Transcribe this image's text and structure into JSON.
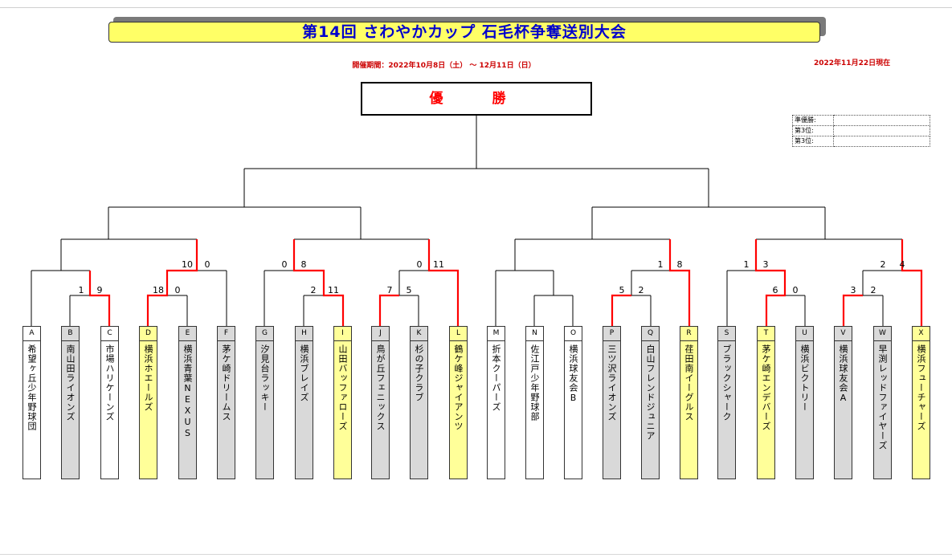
{
  "title": "第14回 さわやかカップ 石毛杯争奪送別大会",
  "period": "開催期間：2022年10月8日（土） ～ 12月11日（日）",
  "as_of": "2022年11月22日現在",
  "champion_label": "優　勝",
  "results": [
    {
      "label": "準優勝:",
      "value": ""
    },
    {
      "label": "第3位:",
      "value": ""
    },
    {
      "label": "第3位:",
      "value": ""
    }
  ],
  "teams": [
    {
      "code": "A",
      "name": "希望ヶ丘少年野球団",
      "status": "white"
    },
    {
      "code": "B",
      "name": "南山田ライオンズ",
      "status": "gray"
    },
    {
      "code": "C",
      "name": "市場ハリケーンズ",
      "status": "white"
    },
    {
      "code": "D",
      "name": "横浜ホエールズ",
      "status": "yellow"
    },
    {
      "code": "E",
      "name": "横浜青葉NEXUS",
      "status": "gray"
    },
    {
      "code": "F",
      "name": "茅ケ崎ドリームス",
      "status": "gray"
    },
    {
      "code": "G",
      "name": "汐見台ラッキー",
      "status": "gray"
    },
    {
      "code": "H",
      "name": "横浜ブレイズ",
      "status": "gray"
    },
    {
      "code": "I",
      "name": "山田バッファローズ",
      "status": "yellow"
    },
    {
      "code": "J",
      "name": "鳥が丘フェニックス",
      "status": "gray"
    },
    {
      "code": "K",
      "name": "杉の子クラブ",
      "status": "gray"
    },
    {
      "code": "L",
      "name": "鶴ケ峰ジャイアンツ",
      "status": "yellow"
    },
    {
      "code": "M",
      "name": "折本クーパーズ",
      "status": "white"
    },
    {
      "code": "N",
      "name": "佐江戸少年野球部",
      "status": "white"
    },
    {
      "code": "O",
      "name": "横浜球友会B",
      "status": "white"
    },
    {
      "code": "P",
      "name": "三ツ沢ライオンズ",
      "status": "gray"
    },
    {
      "code": "Q",
      "name": "白山フレンドジュニア",
      "status": "gray"
    },
    {
      "code": "R",
      "name": "荏田南イーグルス",
      "status": "yellow"
    },
    {
      "code": "S",
      "name": "ブラックシャーク",
      "status": "gray"
    },
    {
      "code": "T",
      "name": "茅ケ崎エンデバーズ",
      "status": "yellow"
    },
    {
      "code": "U",
      "name": "横浜ビクトリー",
      "status": "gray"
    },
    {
      "code": "V",
      "name": "横浜球友会A",
      "status": "gray"
    },
    {
      "code": "W",
      "name": "早渕レッドファイヤーズ",
      "status": "gray"
    },
    {
      "code": "X",
      "name": "横浜フューチャーズ",
      "status": "yellow"
    }
  ],
  "scores": [
    "1",
    "9",
    "18",
    "0",
    "10",
    "0",
    "2",
    "11",
    "0",
    "8",
    "7",
    "5",
    "0",
    "11",
    "5",
    "2",
    "1",
    "8",
    "6",
    "0",
    "1",
    "3",
    "3",
    "2",
    "2",
    "4"
  ],
  "colors": {
    "winner_line": "#ff0000",
    "line": "#000000",
    "title_bg": "#ffff66",
    "title_text": "#0000cc"
  }
}
